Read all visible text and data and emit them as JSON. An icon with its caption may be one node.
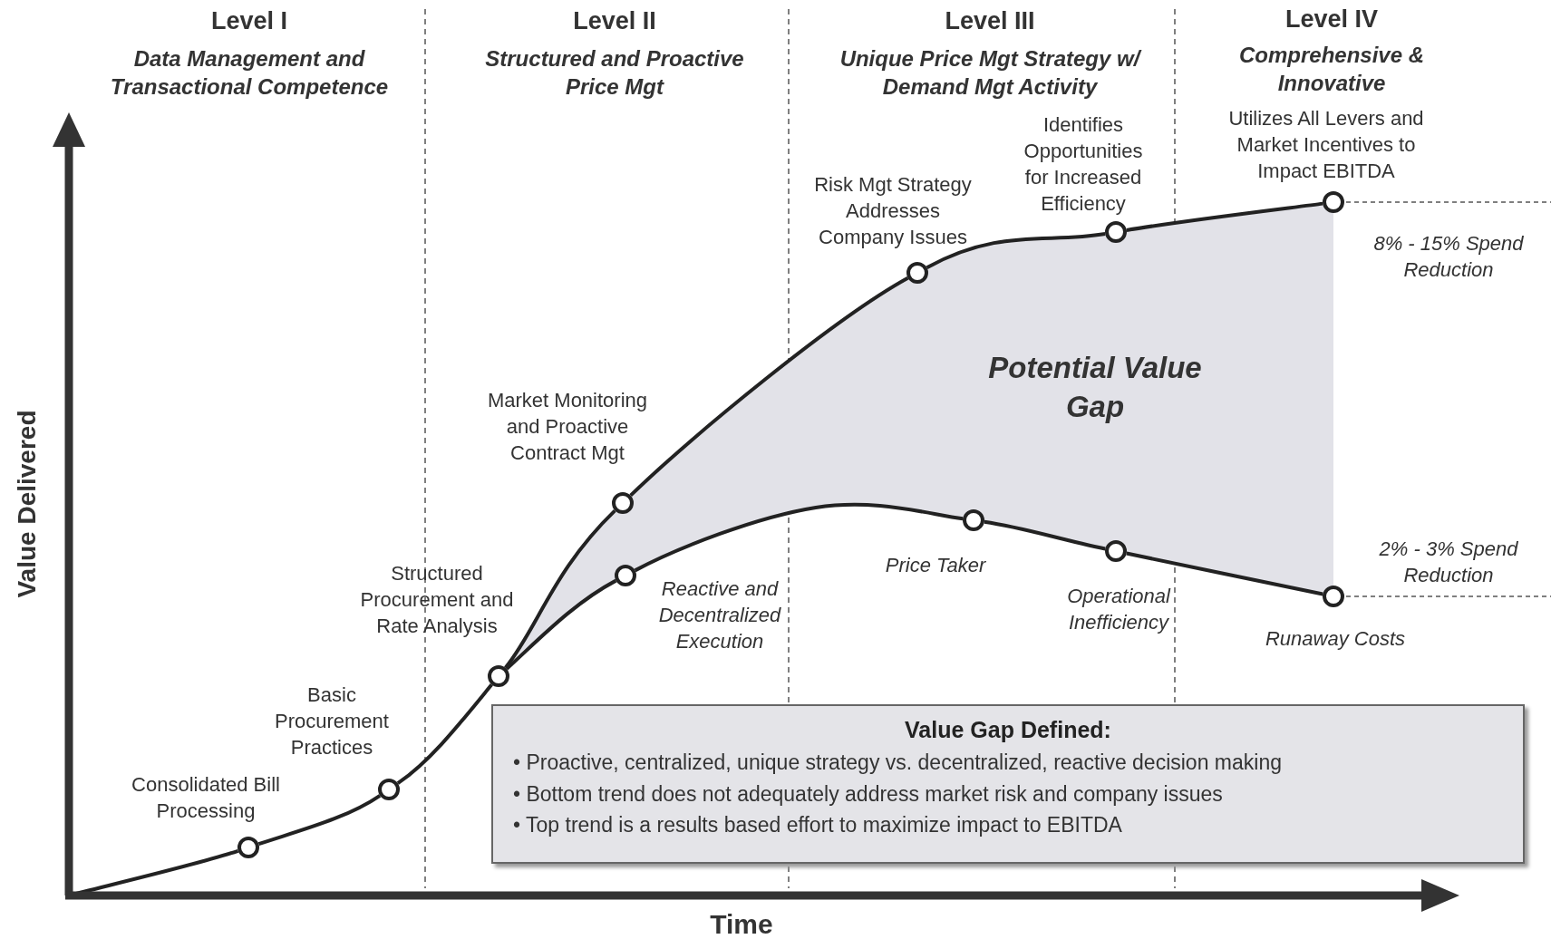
{
  "diagram": {
    "nodes": [
      {
        "text": [],
        "shape": "circle",
        "beside": [
          "Consolidated Bill Processing"
        ]
      },
      {
        "text": [],
        "shape": "circle",
        "beside": [
          "Basic Procurement Practices"
        ]
      },
      {
        "text": [],
        "shape": "circle",
        "beside": [
          "Structured Procurement and Rate Analysis"
        ]
      },
      {
        "text": [],
        "shape": "circle",
        "beside": [
          "Market Monitoring and Proactive Contract Mgt"
        ]
      },
      {
        "text": [],
        "shape": "circle",
        "beside": [
          "Risk Mgt Strategy Addresses Company Issues"
        ]
      },
      {
        "text": [],
        "shape": "circle",
        "beside": [
          "Identifies Opportunities for Increased Efficiency"
        ]
      },
      {
        "text": [],
        "shape": "circle",
        "beside": [
          "Utilizes All Levers and Market Incentives to Impact EBITDA"
        ]
      },
      {
        "text": [],
        "shape": "circle",
        "beside": [
          "Reactive and Decentralized Execution"
        ]
      },
      {
        "text": [],
        "shape": "circle",
        "beside": [
          "Price Taker"
        ]
      },
      {
        "text": [],
        "shape": "circle",
        "beside": [
          "Operational Inefficiency"
        ]
      },
      {
        "text": [],
        "shape": "circle",
        "beside": [
          "Runaway Costs"
        ]
      },
      {
        "text": [
          "Value Gap Defined:",
          "• Proactive, centralized, unique strategy vs. decentralized, reactive decision making",
          "• Bottom trend does not adequately address market risk and company issues",
          "• Top trend is a results based effort to maximize impact to EBITDA"
        ]
      }
    ],
    "edges": [
      {
        "from": 0,
        "to": 1,
        "arrow": "none"
      },
      {
        "from": 1,
        "to": 2,
        "arrow": "none"
      },
      {
        "from": 2,
        "to": 3,
        "arrow": "none"
      },
      {
        "from": 3,
        "to": 4,
        "arrow": "none"
      },
      {
        "from": 4,
        "to": 5,
        "arrow": "none"
      },
      {
        "from": 5,
        "to": 6,
        "arrow": "none"
      },
      {
        "from": 2,
        "to": 7,
        "arrow": "none"
      },
      {
        "from": 7,
        "to": 8,
        "arrow": "none"
      },
      {
        "from": 8,
        "to": 9,
        "arrow": "none"
      },
      {
        "from": 9,
        "to": 10,
        "arrow": "none"
      }
    ],
    "labels": [
      "Level I",
      "Data Management and Transactional Competence",
      "Level II",
      "Structured and Proactive Price Mgt",
      "Level III",
      "Unique Price Mgt Strategy w/ Demand Mgt Activity",
      "Level IV",
      "Comprehensive & Innovative",
      "8% - 15% Spend Reduction",
      "Value Delivered",
      "Potential Value Gap",
      "2% - 3% Spend Reduction",
      "Time"
    ]
  }
}
